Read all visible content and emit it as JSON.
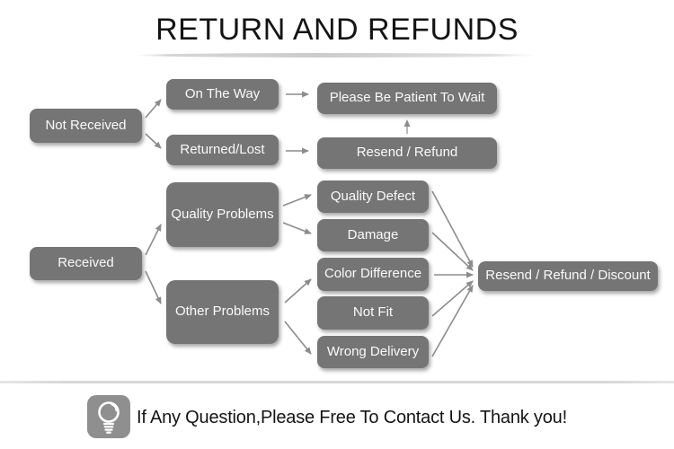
{
  "title": "RETURN AND REFUNDS",
  "colors": {
    "box": "#757575",
    "box_text": "#fafafa",
    "arrow": "#8c8c8c",
    "title_text": "#141414",
    "icon_bg": "#8f8f8f",
    "divider": "#d7d7d7"
  },
  "nodes": {
    "not_received": "Not Received",
    "on_the_way": "On The Way",
    "returned_lost": "Returned/Lost",
    "please_be_patient": "Please Be Patient To Wait",
    "resend_refund": "Resend / Refund",
    "received": "Received",
    "quality_problems": "Quality Problems",
    "other_problems": "Other Problems",
    "quality_defect": "Quality Defect",
    "damage": "Damage",
    "color_difference": "Color Difference",
    "not_fit": "Not Fit",
    "wrong_delivery": "Wrong Delivery",
    "resend_refund_discount": "Resend / Refund / Discount"
  },
  "edges": [
    {
      "from": "not-received",
      "to": "on-the-way"
    },
    {
      "from": "not-received",
      "to": "returned-lost"
    },
    {
      "from": "on-the-way",
      "to": "please-be-patient"
    },
    {
      "from": "returned-lost",
      "to": "resend-refund"
    },
    {
      "from": "resend-refund",
      "to": "please-be-patient"
    },
    {
      "from": "received",
      "to": "quality-problems"
    },
    {
      "from": "received",
      "to": "other-problems"
    },
    {
      "from": "quality-problems",
      "to": "quality-defect"
    },
    {
      "from": "quality-problems",
      "to": "damage"
    },
    {
      "from": "other-problems",
      "to": "color-difference"
    },
    {
      "from": "other-problems",
      "to": "wrong-delivery"
    },
    {
      "from": "quality-defect",
      "to": "resend-refund-discount"
    },
    {
      "from": "damage",
      "to": "resend-refund-discount"
    },
    {
      "from": "color-difference",
      "to": "resend-refund-discount"
    },
    {
      "from": "not-fit",
      "to": "resend-refund-discount"
    },
    {
      "from": "wrong-delivery",
      "to": "resend-refund-discount"
    }
  ],
  "footer": {
    "icon": "lightbulb-icon",
    "message": "If Any Question,Please Free To Contact Us. Thank you!"
  }
}
